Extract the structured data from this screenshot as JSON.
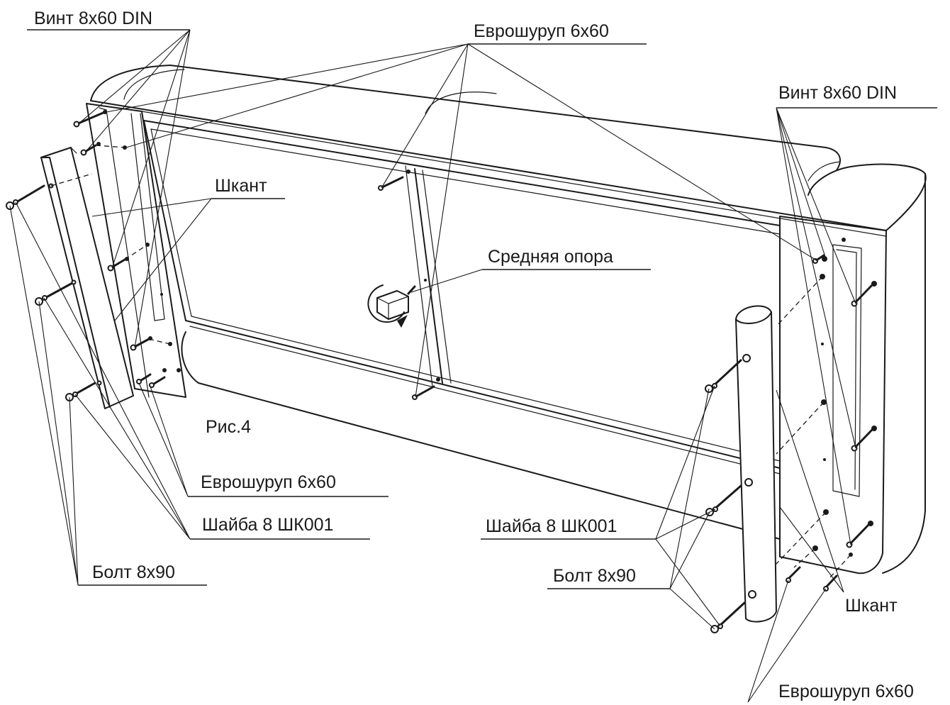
{
  "figure": {
    "caption": "Рис.4",
    "labels": {
      "vint_top_left": "Винт 8х60 DIN",
      "evro_top": "Еврошуруп 6х60",
      "vint_top_right": "Винт 8х60 DIN",
      "shkant_left": "Шкант",
      "srednyaya_opora": "Средняя опора",
      "evro_left": "Еврошуруп 6х60",
      "shaiba_left": "Шайба 8 ШК001",
      "bolt_left": "Болт 8х90",
      "shaiba_right": "Шайба 8 ШК001",
      "bolt_right": "Болт 8х90",
      "shkant_right": "Шкант",
      "evro_bottom_right": "Еврошуруп 6х60"
    }
  }
}
